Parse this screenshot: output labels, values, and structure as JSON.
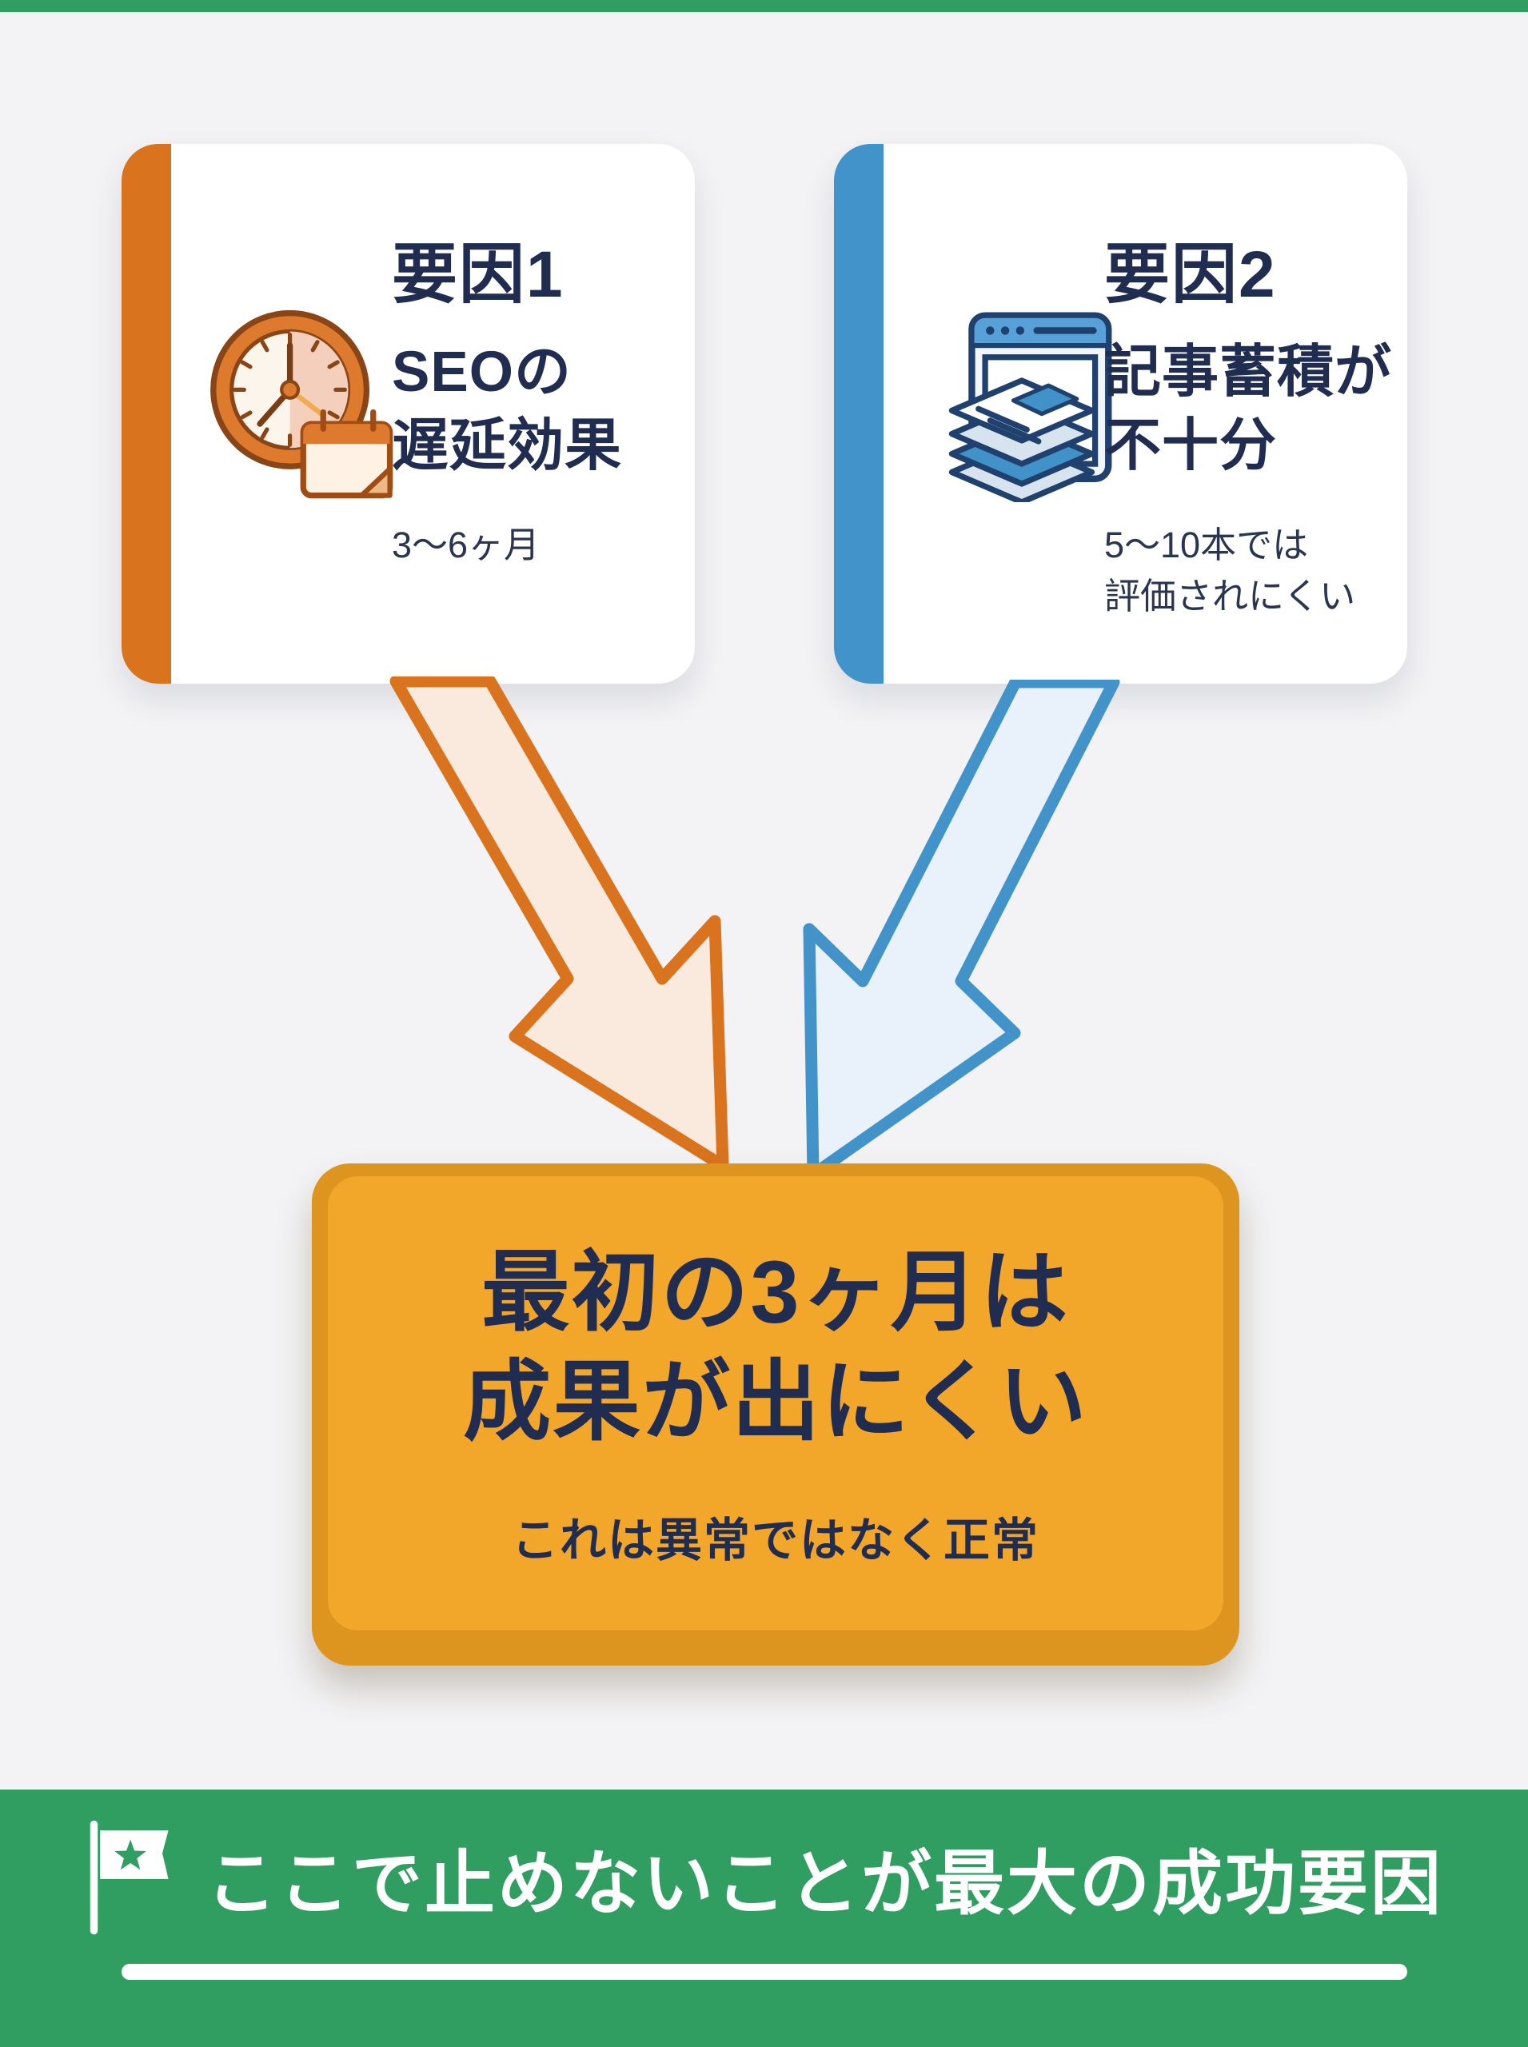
{
  "page": {
    "background_color": "#f3f3f5",
    "text_color": "#202c50",
    "top_strip_color": "#2f9e60"
  },
  "factors": [
    {
      "label": "要因1",
      "title_lines": [
        "SEOの",
        "遅延効果"
      ],
      "subtitle_lines": [
        "3〜6ヶ月"
      ],
      "accent_color": "#d9731e",
      "icon": "clock-calendar-icon"
    },
    {
      "label": "要因2",
      "title_lines": [
        "記事蓄積が",
        "不十分"
      ],
      "subtitle_lines": [
        "5〜10本では",
        "評価されにくい"
      ],
      "accent_color": "#4193c9",
      "icon": "stacked-articles-icon"
    }
  ],
  "arrows": [
    {
      "from": "要因1",
      "direction": "down-right",
      "stroke_color": "#d9731e",
      "fill_color": "#faeade"
    },
    {
      "from": "要因2",
      "direction": "down-left",
      "stroke_color": "#4193c9",
      "fill_color": "#e9f1fa"
    }
  ],
  "conclusion": {
    "title_lines": [
      "最初の3ヶ月は",
      "成果が出にくい"
    ],
    "subtitle": "これは異常ではなく正常",
    "background_color": "#f3a72a",
    "edge_color": "#de9520"
  },
  "footer": {
    "message": "ここで止めないことが最大の成功要因",
    "background_color": "#2f9e60",
    "icon": "flag-icon"
  }
}
